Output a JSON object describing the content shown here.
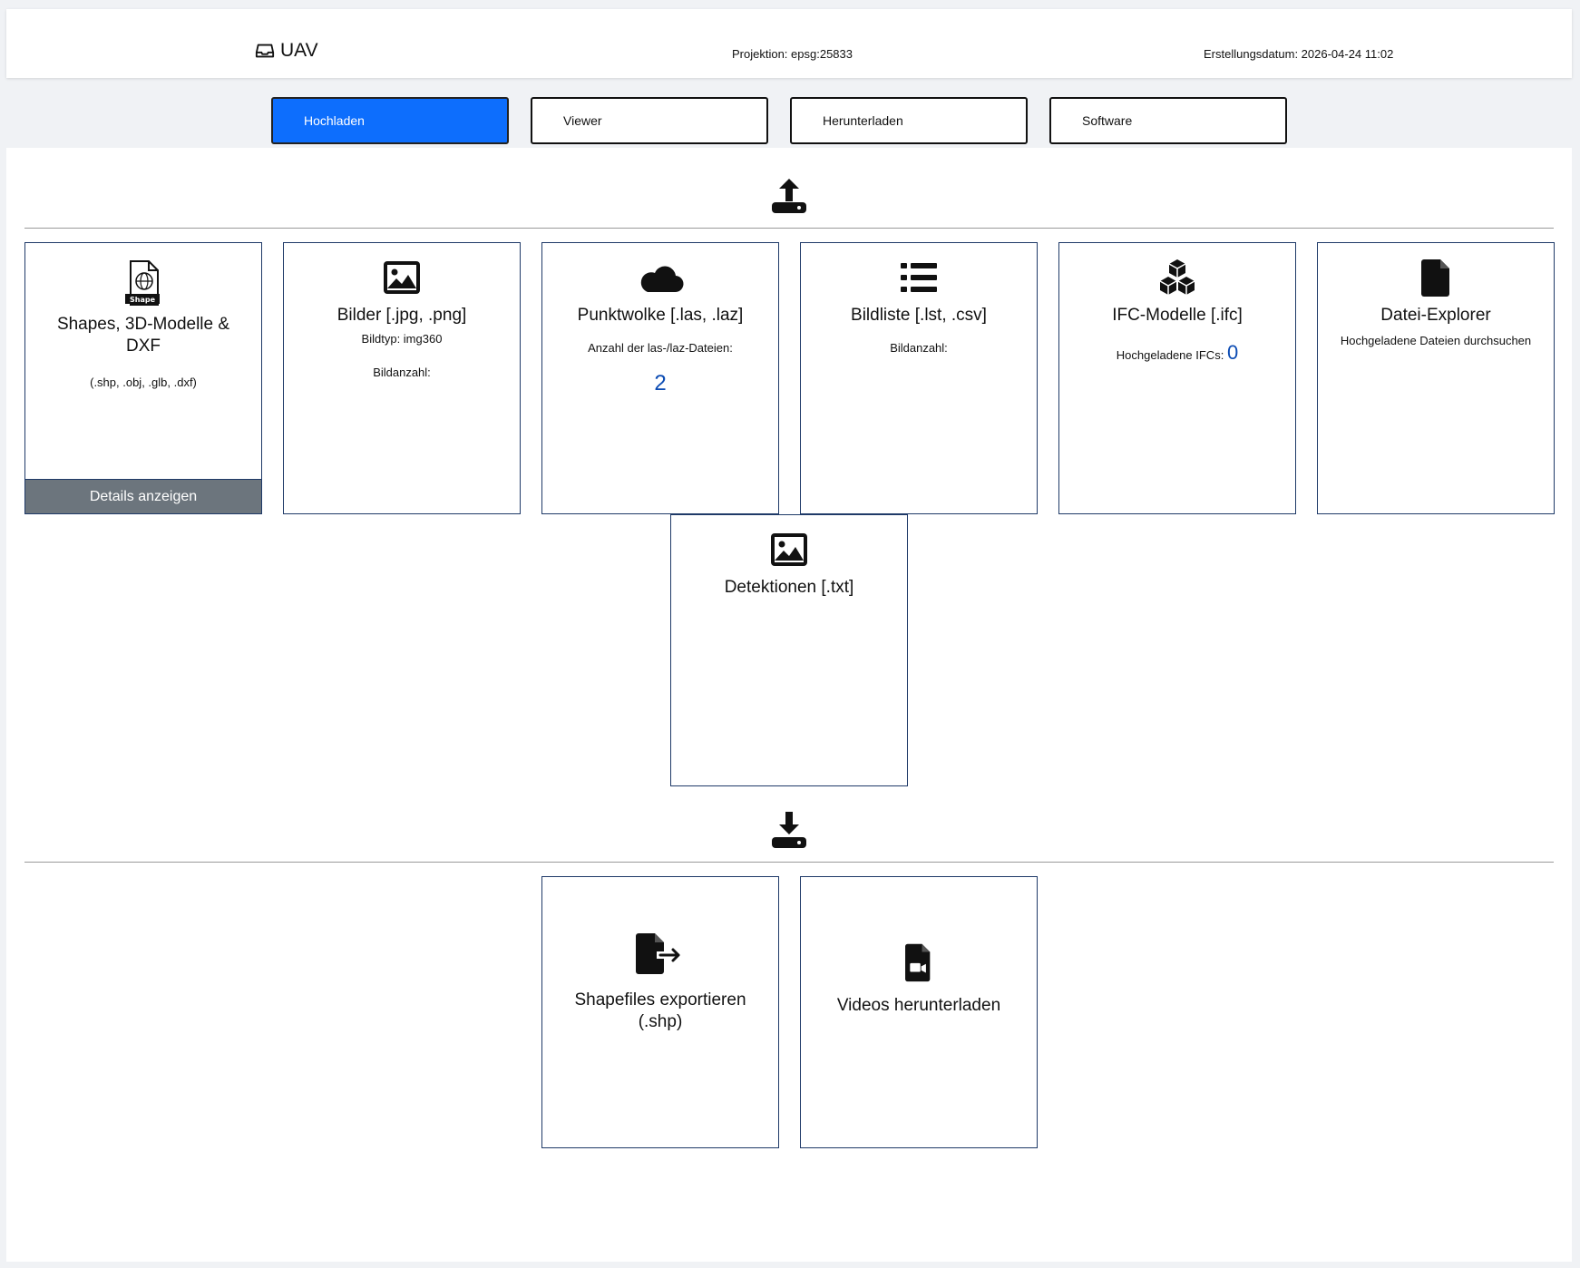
{
  "header": {
    "app_title": "UAV",
    "projection": "Projektion: epsg:25833",
    "created": "Erstellungsdatum: 2026-04-24 11:02"
  },
  "tabs": [
    {
      "label": "Hochladen",
      "active": true
    },
    {
      "label": "Viewer",
      "active": false
    },
    {
      "label": "Herunterladen",
      "active": false
    },
    {
      "label": "Software",
      "active": false
    }
  ],
  "upload_cards": {
    "shapes": {
      "title": "Shapes, 3D-Modelle & DXF",
      "sub": "(.shp, .obj, .glb, .dxf)",
      "button": "Details anzeigen",
      "badge": "Shape"
    },
    "bilder": {
      "title": "Bilder [.jpg, .png]",
      "sub1": "Bildtyp: img360",
      "sub2": "Bildanzahl:"
    },
    "punktwolke": {
      "title": "Punktwolke [.las, .laz]",
      "sub": "Anzahl der las-/laz-Dateien:",
      "count": "2"
    },
    "bildliste": {
      "title": "Bildliste [.lst, .csv]",
      "sub": "Bildanzahl:"
    },
    "ifc": {
      "title": "IFC-Modelle [.ifc]",
      "sub": "Hochgeladene IFCs:",
      "count": "0"
    },
    "explorer": {
      "title": "Datei-Explorer",
      "sub": "Hochgeladene Dateien durchsuchen"
    },
    "detektionen": {
      "title": "Detektionen [.txt]"
    }
  },
  "download_cards": {
    "shapefiles": {
      "title": "Shapefiles exportieren (.shp)"
    },
    "videos": {
      "title": "Videos herunterladen"
    }
  }
}
